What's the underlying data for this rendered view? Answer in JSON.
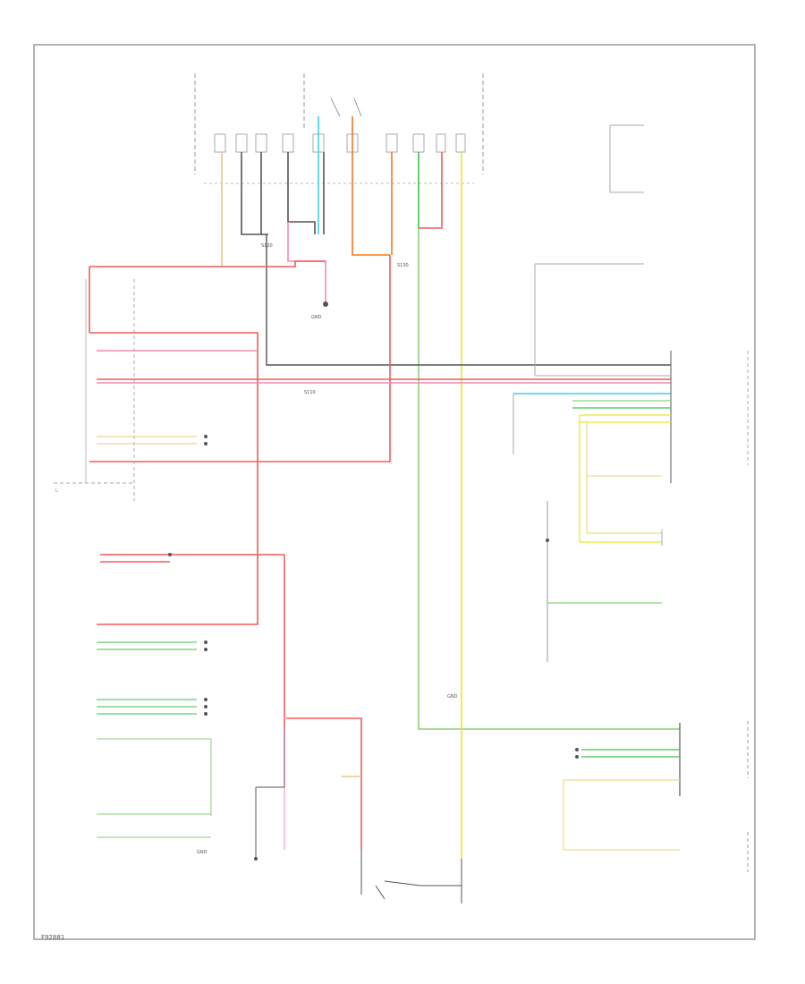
{
  "footer": {
    "code": "F92881"
  },
  "colors": {
    "red": "#f45a5a",
    "pink": "#f08cb4",
    "orange": "#f7781e",
    "green": "#3ec24a",
    "light_green": "#8ad27a",
    "yellow": "#e6e632",
    "pale_yellow": "#e8e08c",
    "cyan": "#3ed2e6",
    "gray": "#555555",
    "violet": "#cc66ee",
    "frame": "#999999"
  },
  "labels": {
    "g1": "GND",
    "g2": "GND",
    "g3": "GND",
    "s1": "S120",
    "s2": "S130",
    "s3": "S110"
  }
}
